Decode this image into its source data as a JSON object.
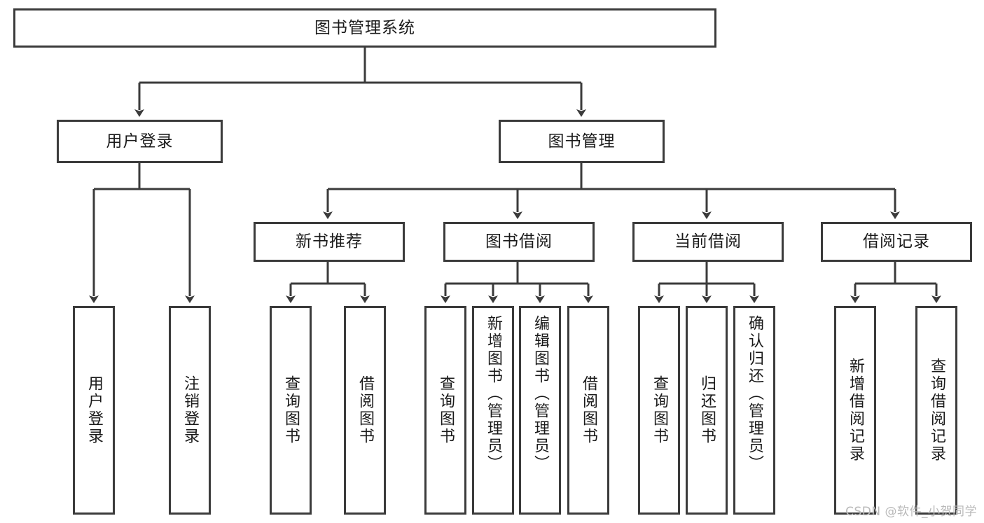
{
  "diagram": {
    "title": "图书管理系统",
    "type": "tree-hierarchy-chart",
    "root": {
      "label": "图书管理系统"
    },
    "level1": [
      {
        "label": "用户登录"
      },
      {
        "label": "图书管理"
      }
    ],
    "level2": [
      {
        "label": "新书推荐"
      },
      {
        "label": "图书借阅"
      },
      {
        "label": "当前借阅"
      },
      {
        "label": "借阅记录"
      }
    ],
    "leaves": {
      "user_login": [
        {
          "label": "用户登录"
        },
        {
          "label": "注销登录"
        }
      ],
      "new_book_recommend": [
        {
          "label": "查询图书"
        },
        {
          "label": "借阅图书"
        }
      ],
      "book_borrow": [
        {
          "label": "查询图书"
        },
        {
          "label": "新增图书（管理员）"
        },
        {
          "label": "编辑图书（管理员）"
        },
        {
          "label": "借阅图书"
        }
      ],
      "current_borrow": [
        {
          "label": "查询图书"
        },
        {
          "label": "归还图书"
        },
        {
          "label": "确认归还（管理员）"
        }
      ],
      "borrow_record": [
        {
          "label": "新增借阅记录"
        },
        {
          "label": "查询借阅记录"
        }
      ]
    }
  },
  "watermark": {
    "text": "CSDN @软件_小贺同学"
  },
  "colors": {
    "stroke": "#3b3b3b",
    "fill": "#ffffff",
    "text": "#1a1a1a",
    "watermark": "#b9b9b9"
  }
}
